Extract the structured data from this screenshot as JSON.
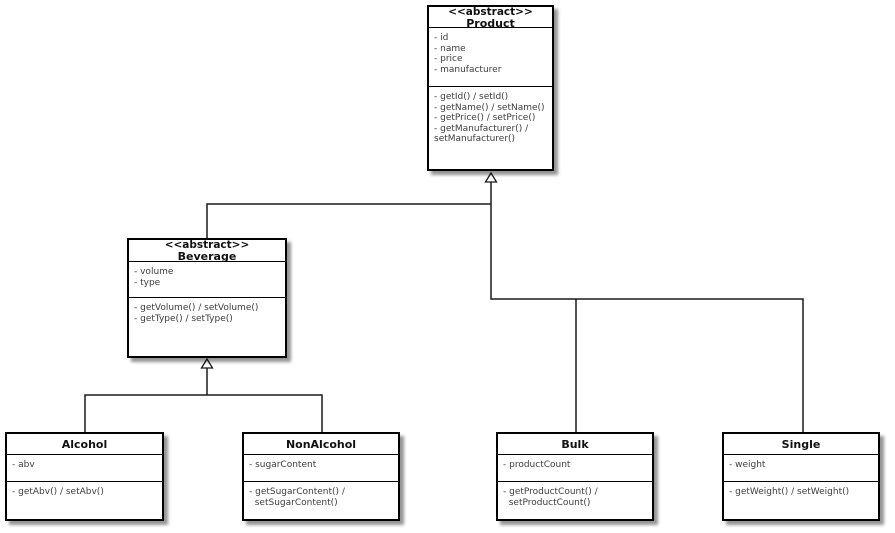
{
  "diagram": {
    "kind": "uml-class-diagram",
    "colors": {
      "background": "#ffffff",
      "box_fill": "#ffffff",
      "border": "#000000",
      "header_text": "#111111",
      "body_text": "#3d3d3d",
      "connector": "#1a1a1a"
    }
  },
  "classes": [
    {
      "id": "product",
      "stereotype": "<<abstract>>",
      "name": "Product",
      "attributes": [
        "- id",
        "- name",
        "- price",
        "- manufacturer"
      ],
      "methods": [
        "- getId() / setId()",
        "- getName() / setName()",
        "- getPrice() / setPrice()",
        "- getManufacturer() /",
        "setManufacturer()"
      ]
    },
    {
      "id": "beverage",
      "stereotype": "<<abstract>>",
      "name": "Beverage",
      "attributes": [
        "- volume",
        "- type"
      ],
      "methods": [
        "- getVolume() / setVolume()",
        "- getType() / setType()"
      ]
    },
    {
      "id": "alcohol",
      "name": "Alcohol",
      "attributes": [
        "- abv"
      ],
      "methods": [
        "- getAbv() / setAbv()"
      ]
    },
    {
      "id": "nonalcohol",
      "name": "NonAlcohol",
      "attributes": [
        "- sugarContent"
      ],
      "methods": [
        "- getSugarContent() /",
        "  setSugarContent()"
      ]
    },
    {
      "id": "bulk",
      "name": "Bulk",
      "attributes": [
        "- productCount"
      ],
      "methods": [
        "- getProductCount() /",
        "  setProductCount()"
      ]
    },
    {
      "id": "single",
      "name": "Single",
      "attributes": [
        "- weight"
      ],
      "methods": [
        "- getWeight() / setWeight()"
      ]
    }
  ],
  "relationships": [
    {
      "from": "Beverage",
      "to": "Product",
      "type": "generalization"
    },
    {
      "from": "Bulk",
      "to": "Product",
      "type": "generalization"
    },
    {
      "from": "Single",
      "to": "Product",
      "type": "generalization"
    },
    {
      "from": "Alcohol",
      "to": "Beverage",
      "type": "generalization"
    },
    {
      "from": "NonAlcohol",
      "to": "Beverage",
      "type": "generalization"
    }
  ]
}
